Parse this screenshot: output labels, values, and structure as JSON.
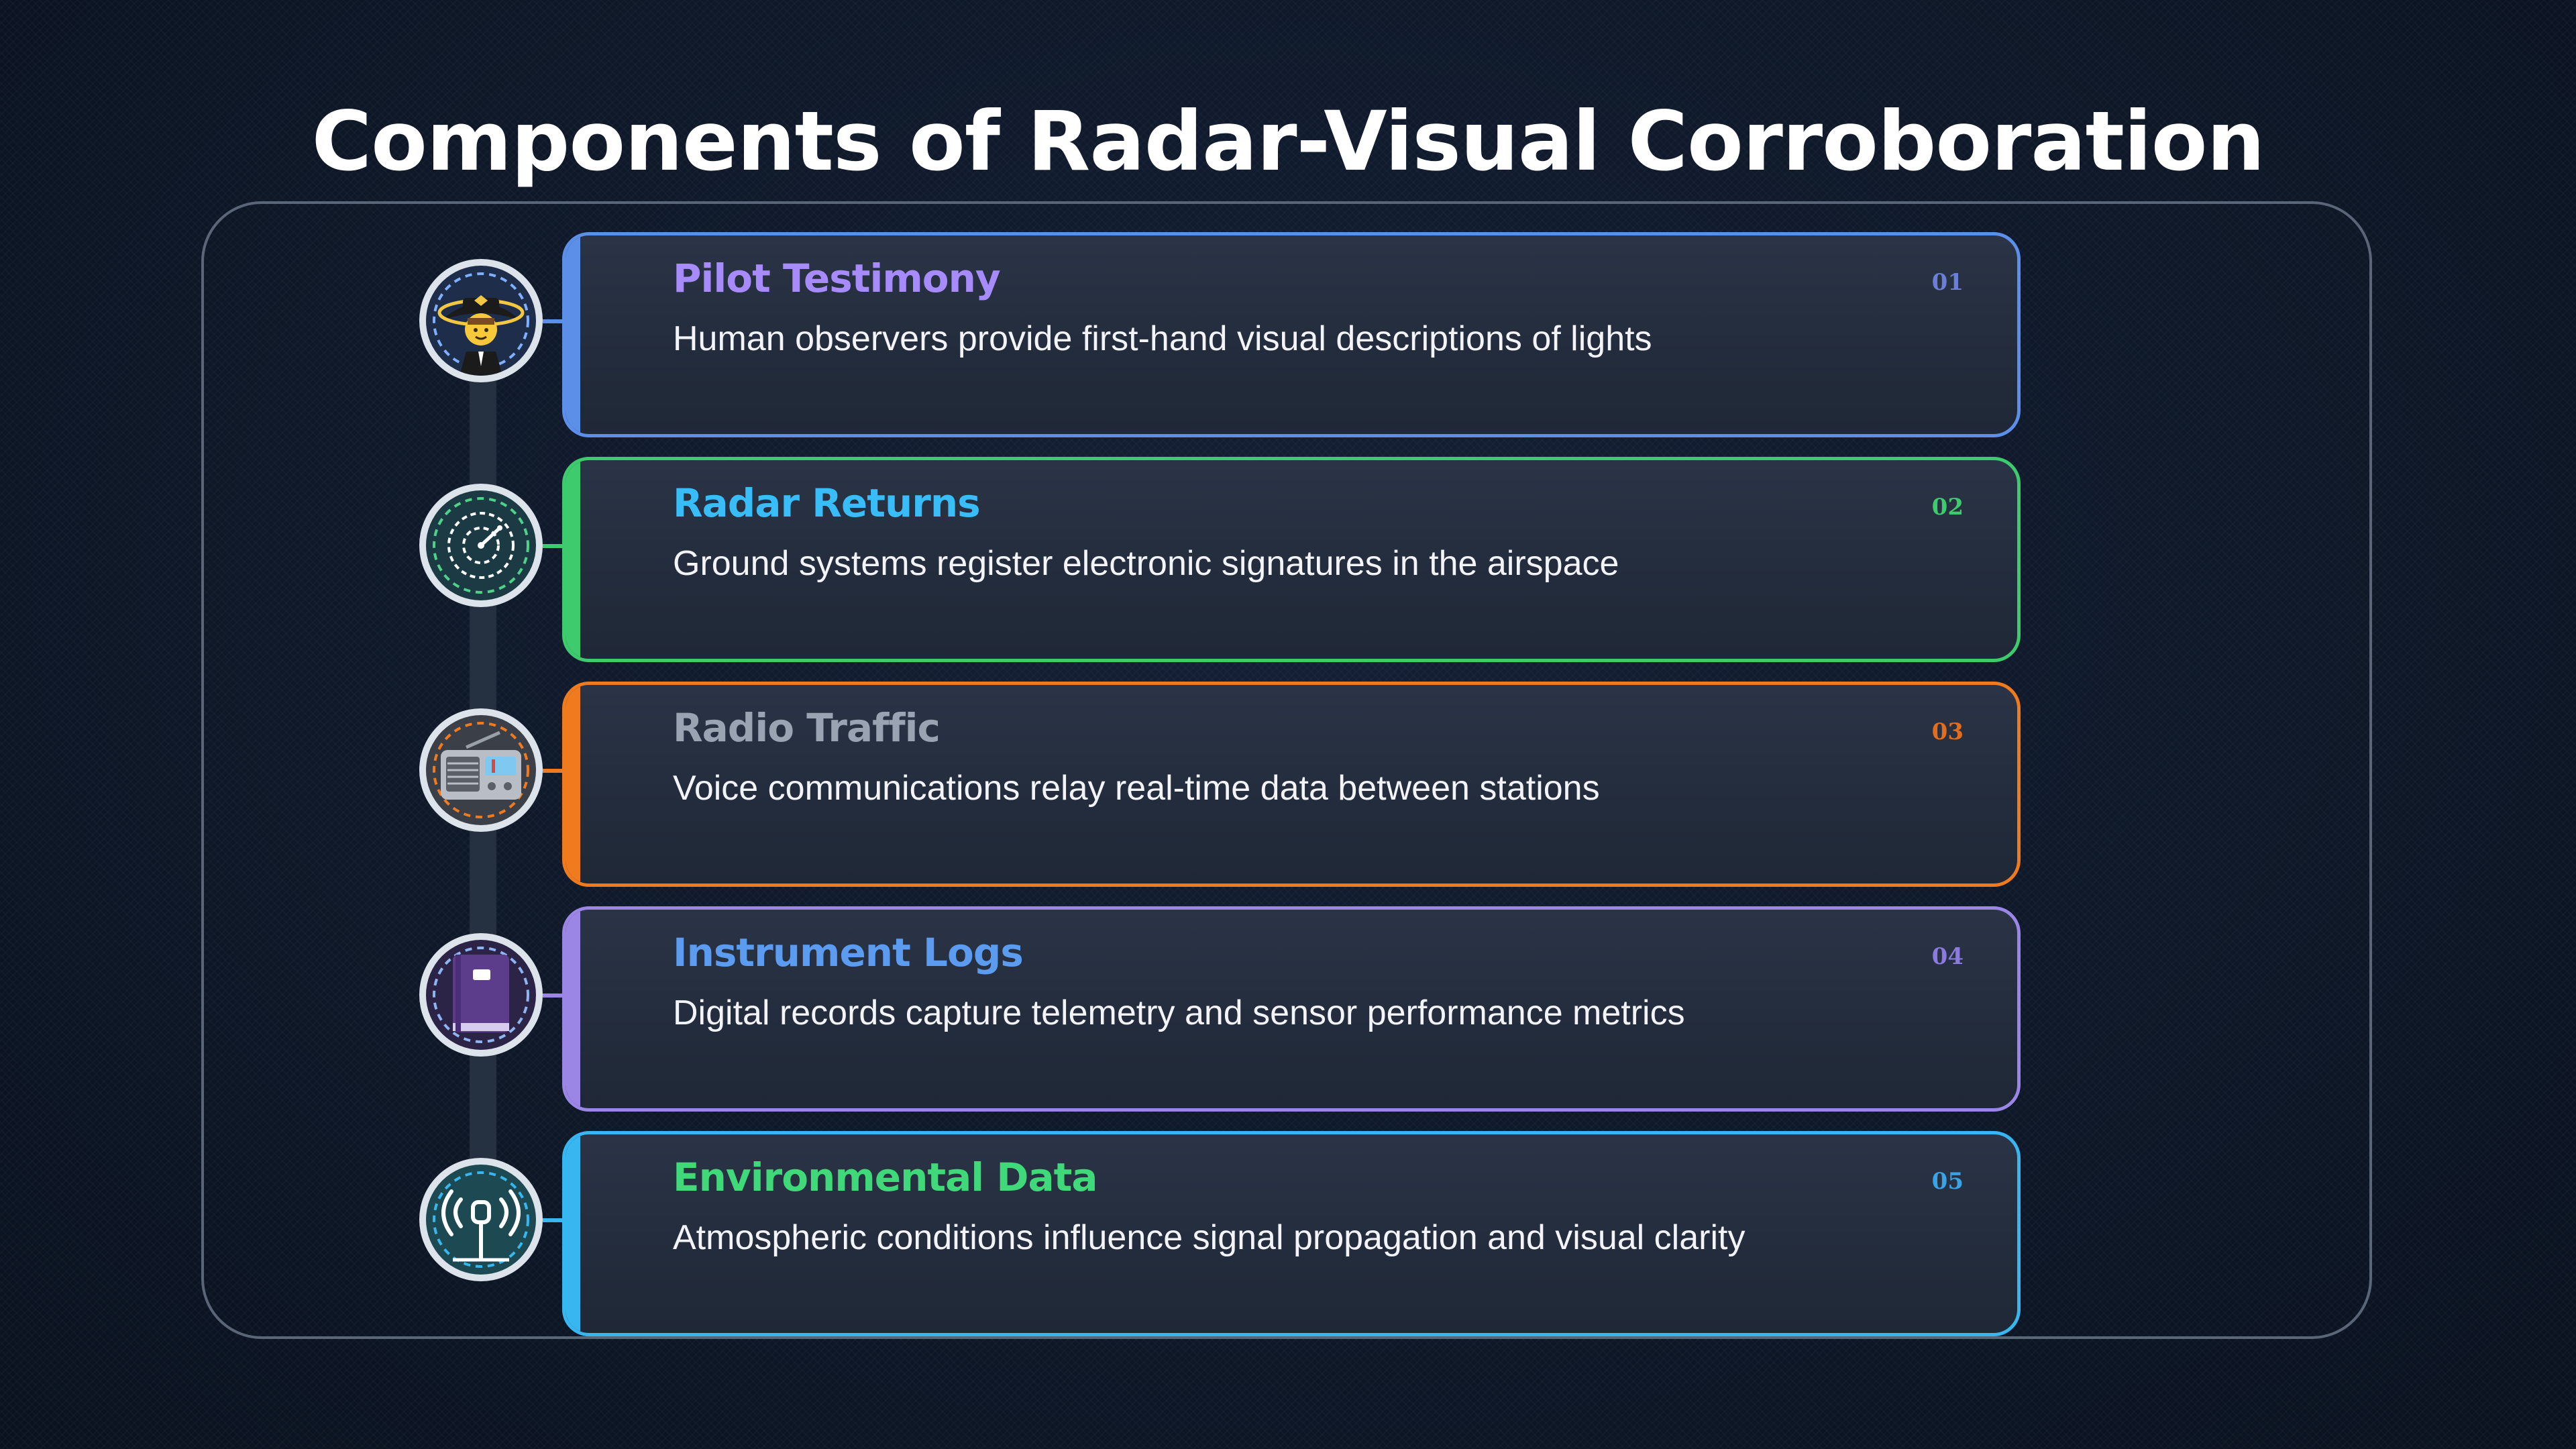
{
  "title": "Components of Radar-Visual Corroboration",
  "items": [
    {
      "num": "01",
      "title": "Pilot Testimony",
      "description": "Human observers provide first-hand visual descriptions of lights",
      "icon": "pilot-icon",
      "border_color": "#5b8fe8",
      "title_color": "#a78bfa",
      "num_color": "#6b7fd8"
    },
    {
      "num": "02",
      "title": "Radar Returns",
      "description": "Ground systems register electronic signatures in the airspace",
      "icon": "radar-icon",
      "border_color": "#3ecb6e",
      "title_color": "#38bdf8",
      "num_color": "#3ecb6e"
    },
    {
      "num": "03",
      "title": "Radio Traffic",
      "description": "Voice communications relay real-time data between stations",
      "icon": "radio-icon",
      "border_color": "#f07a1e",
      "title_color": "#9aa3b2",
      "num_color": "#e36d1c"
    },
    {
      "num": "04",
      "title": "Instrument Logs",
      "description": "Digital records capture telemetry and sensor performance metrics",
      "icon": "logbook-icon",
      "border_color": "#9b86e6",
      "title_color": "#5b9bf0",
      "num_color": "#8b7ae0"
    },
    {
      "num": "05",
      "title": "Environmental Data",
      "description": "Atmospheric conditions influence signal propagation and visual clarity",
      "icon": "antenna-icon",
      "border_color": "#38b6f0",
      "title_color": "#3fd97a",
      "num_color": "#38a3e6"
    }
  ]
}
